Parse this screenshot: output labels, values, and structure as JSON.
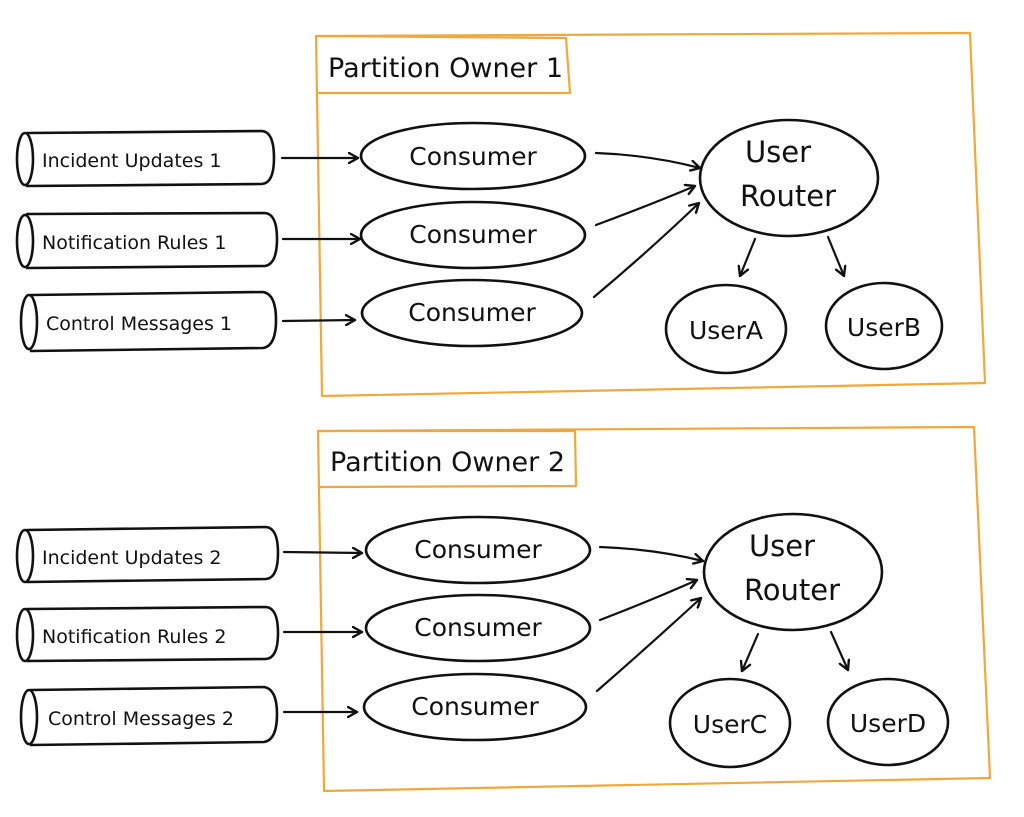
{
  "partitions": [
    {
      "title": "Partition Owner 1",
      "topics": [
        "Incident Updates 1",
        "Notification Rules 1",
        "Control Messages 1"
      ],
      "consumers": [
        "Consumer",
        "Consumer",
        "Consumer"
      ],
      "router": {
        "line1": "User",
        "line2": "Router"
      },
      "users": [
        "UserA",
        "UserB"
      ]
    },
    {
      "title": "Partition Owner 2",
      "topics": [
        "Incident Updates 2",
        "Notification Rules 2",
        "Control Messages 2"
      ],
      "consumers": [
        "Consumer",
        "Consumer",
        "Consumer"
      ],
      "router": {
        "line1": "User",
        "line2": "Router"
      },
      "users": [
        "UserC",
        "UserD"
      ]
    }
  ],
  "colors": {
    "partition_box": "#f0a83a",
    "ink": "#111111",
    "background": "#ffffff"
  }
}
